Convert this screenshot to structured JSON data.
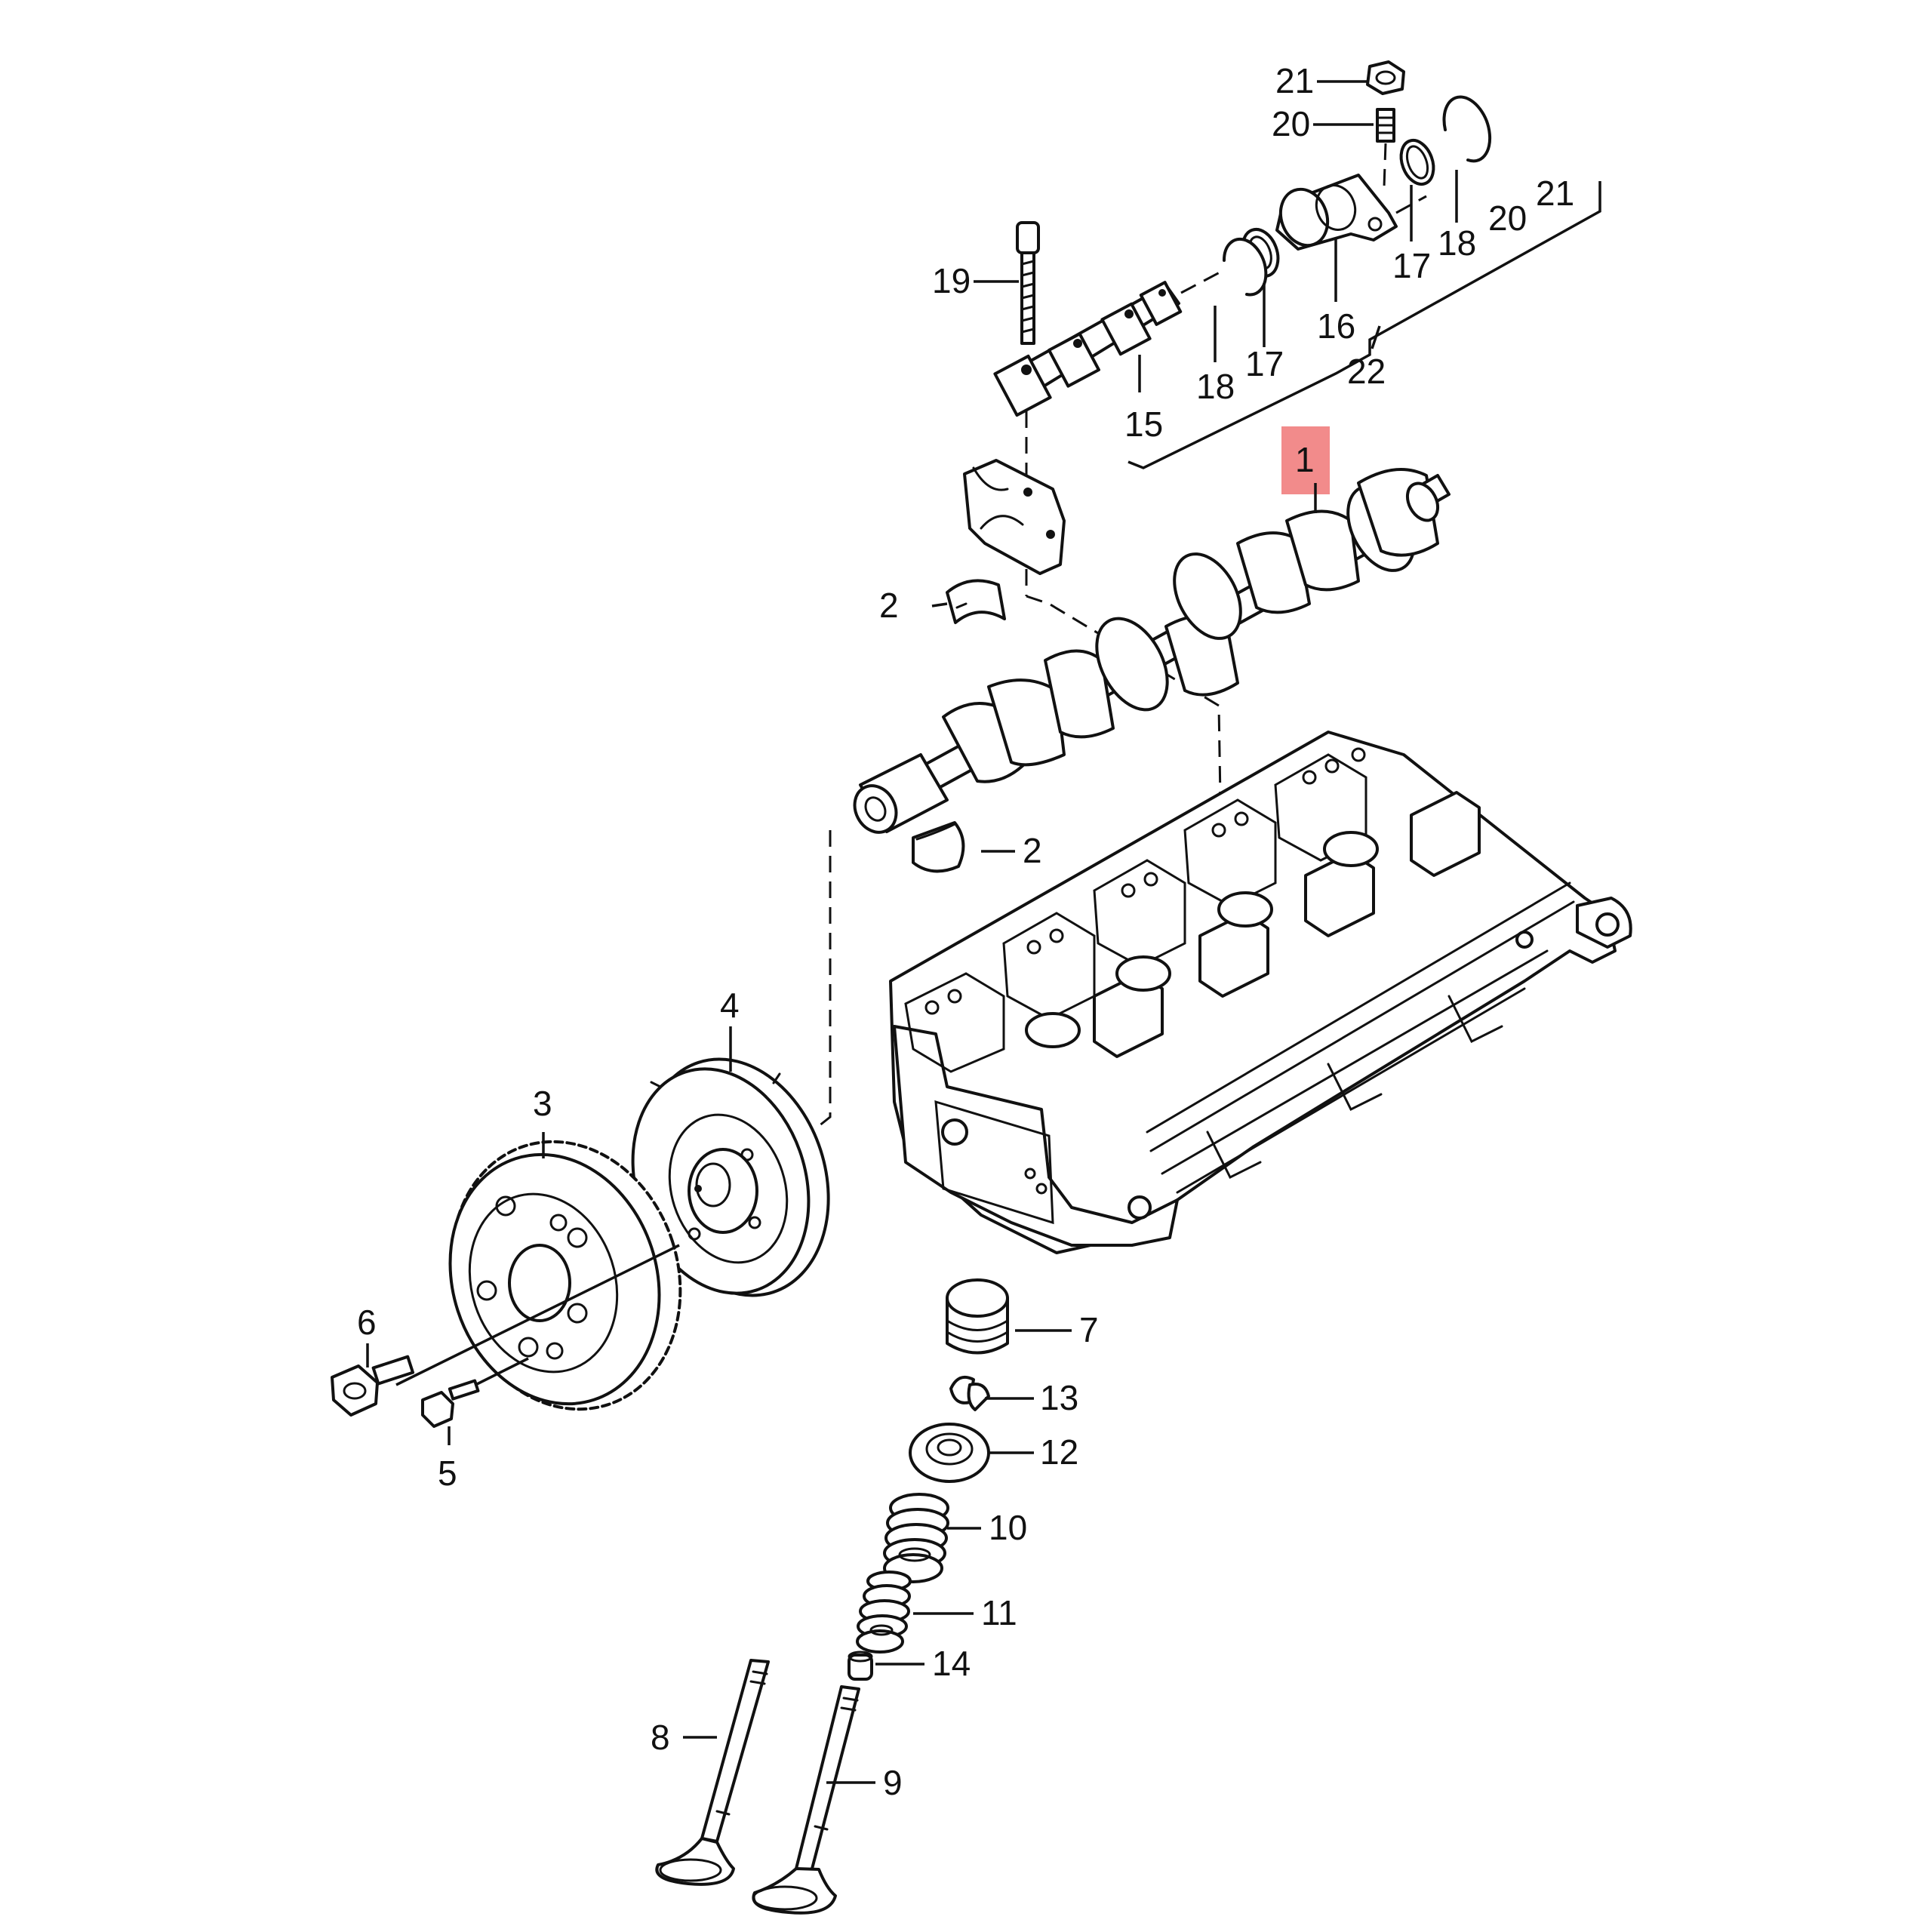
{
  "highlight_color": "#f28b8b",
  "labels": {
    "l1": "1",
    "l2a": "2",
    "l2b": "2",
    "l3": "3",
    "l4": "4",
    "l5": "5",
    "l6": "6",
    "l7": "7",
    "l8": "8",
    "l9": "9",
    "l10": "10",
    "l11": "11",
    "l12": "12",
    "l13": "13",
    "l14": "14",
    "l15": "15",
    "l16": "16",
    "l17a": "17",
    "l17b": "17",
    "l18a": "18",
    "l18b": "18",
    "l19": "19",
    "l20a": "20",
    "l20b": "20",
    "l21a": "21",
    "l21b": "21",
    "l22": "22"
  }
}
